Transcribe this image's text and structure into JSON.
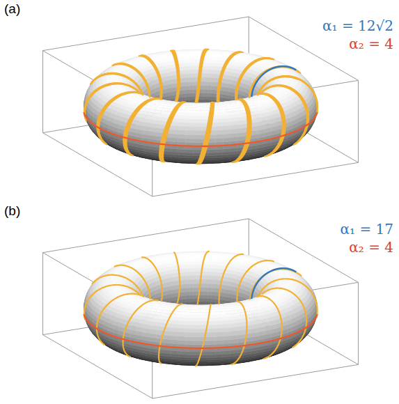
{
  "diagram": {
    "labels": [
      "(a)",
      "α₁ = 12√2",
      "α₂ = 4",
      "(b)",
      "α₁ = 17",
      "α₂ = 4"
    ]
  }
}
